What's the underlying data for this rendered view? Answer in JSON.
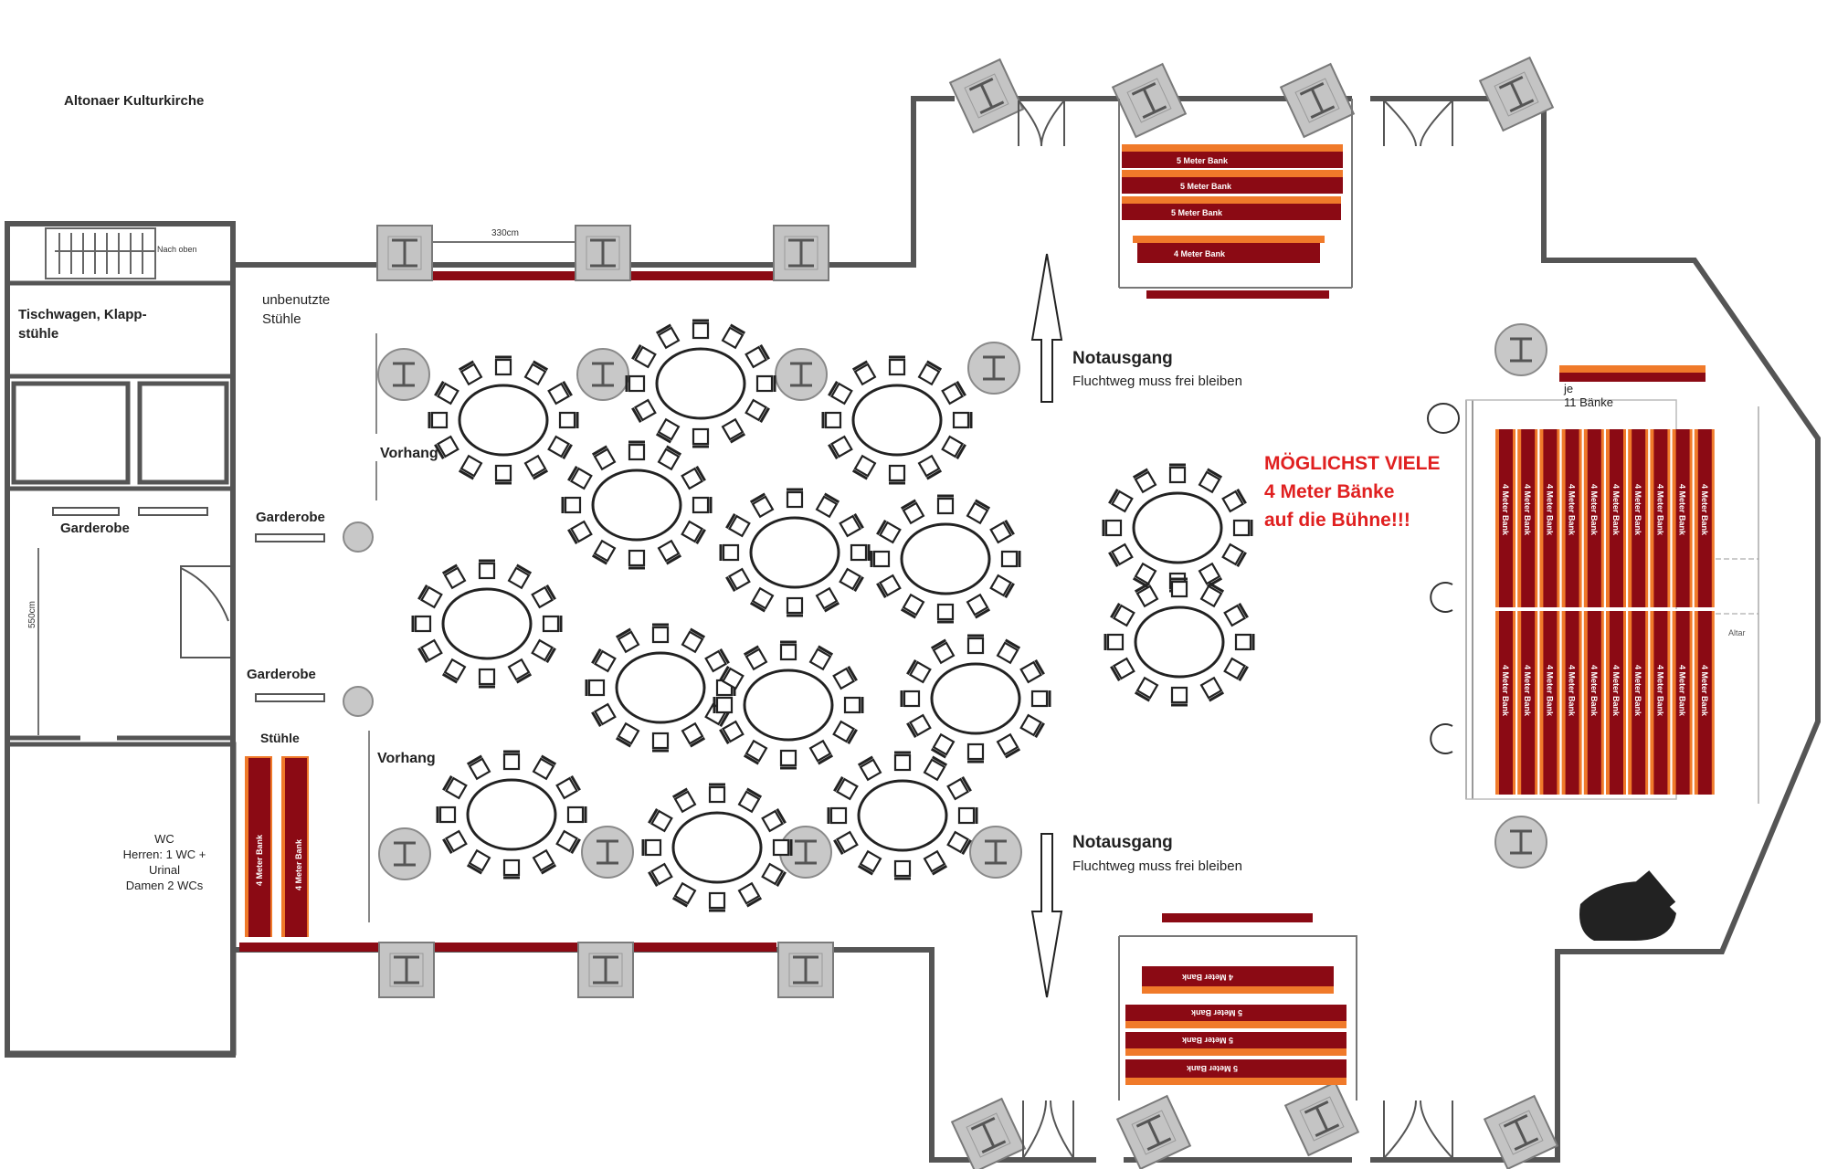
{
  "title": "Altonaer Kulturkirche",
  "labels": {
    "stairs": "Nach oben",
    "dim_top": "330cm",
    "dim_left": "550cm",
    "storage": "Tischwagen, Klapp-\nstühle",
    "unused_chairs": "unbenutzte\nStühle",
    "curtain_top": "Vorhang",
    "curtain_bottom": "Vorhang",
    "cloak_left": "Garderobe",
    "cloak_mid_top": "Garderobe",
    "cloak_mid_bottom": "Garderobe",
    "chairs": "Stühle",
    "wc": "WC\nHerren: 1 WC +\nUrinal\nDamen 2 WCs",
    "exit_top_title": "Notausgang",
    "exit_top_sub": "Fluchtweg muss frei bleiben",
    "exit_bottom_title": "Notausgang",
    "exit_bottom_sub": "Fluchtweg muss frei bleiben",
    "note_red": "MÖGLICHST VIELE\n4 Meter Bänke\nauf die Bühne!!!",
    "stage_count": "je\n11 Bänke",
    "altar": "Altar"
  },
  "bench_labels": {
    "five": "5 Meter Bank",
    "four": "4 Meter Bank"
  },
  "colors": {
    "bench_dark": "#8b0a14",
    "bench_orange": "#f07a2a",
    "pillar": "#c8c8c8",
    "wall": "#555555"
  }
}
